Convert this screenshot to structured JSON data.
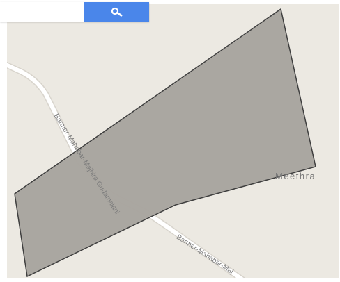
{
  "search": {
    "value": "",
    "placeholder": "",
    "button_icon": "search-icon",
    "button_color": "#4a86ea"
  },
  "map": {
    "background_color": "#ece9e2",
    "polygon_fill": "#a8a59f",
    "polygon_stroke": "#3f3f3f",
    "place_label": "Meethra",
    "road_labels": [
      "Barmer-Mahabar-Majhira Gudamalani",
      "Barmer-Mahabar-Maj"
    ]
  }
}
